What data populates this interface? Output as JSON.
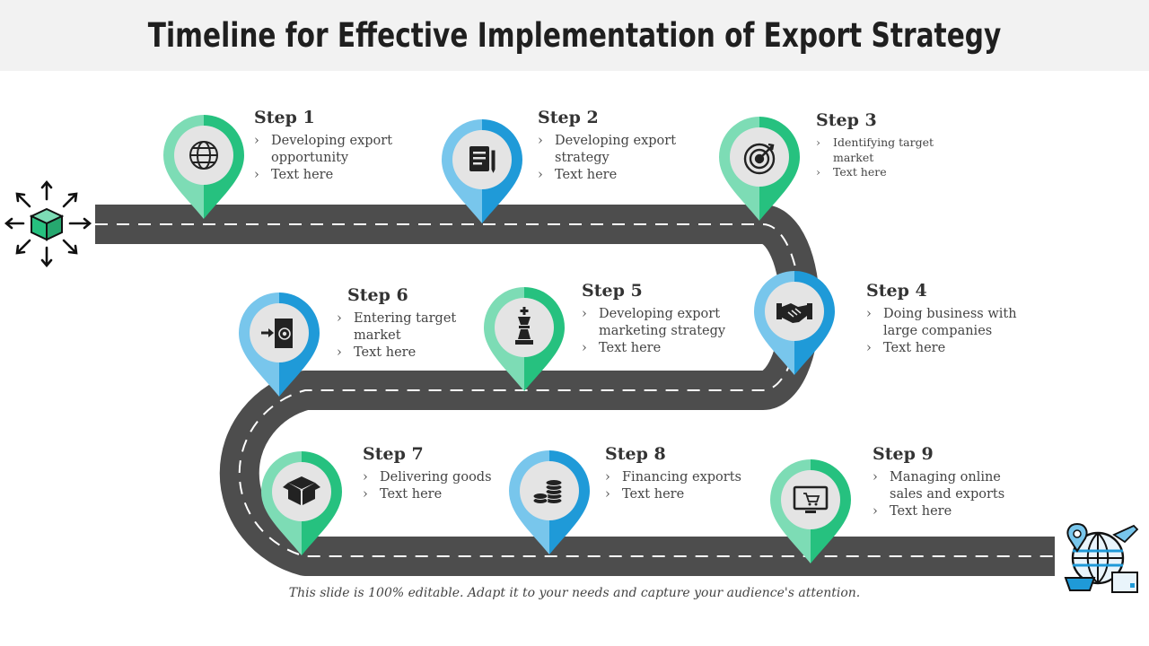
{
  "title": "Timeline for Effective Implementation of Export Strategy",
  "footer": "This slide is 100% editable. Adapt it to your needs and capture your audience's attention.",
  "colors": {
    "road": "#4d4d4d",
    "road_dash": "#ffffff",
    "green_light": "#7ddcb5",
    "green_dark": "#26c17f",
    "blue_light": "#78c6ec",
    "blue_dark": "#1f9ad8",
    "pin_center": "#e4e4e4",
    "icon": "#222222"
  },
  "steps": [
    {
      "title": "Step 1",
      "lines": [
        "Developing export opportunity",
        "Text here"
      ],
      "color": "green",
      "icon": "globe-icon"
    },
    {
      "title": "Step 2",
      "lines": [
        "Developing export strategy",
        "Text here"
      ],
      "color": "blue",
      "icon": "document-pen-icon"
    },
    {
      "title": "Step 3",
      "lines": [
        "Identifying target market",
        "Text here"
      ],
      "color": "green",
      "icon": "target-icon"
    },
    {
      "title": "Step 4",
      "lines": [
        "Doing business with large companies",
        "Text here"
      ],
      "color": "blue",
      "icon": "handshake-icon"
    },
    {
      "title": "Step 5",
      "lines": [
        "Developing export marketing strategy",
        "Text here"
      ],
      "color": "green",
      "icon": "chess-king-icon"
    },
    {
      "title": "Step 6",
      "lines": [
        "Entering target market",
        "Text here"
      ],
      "color": "blue",
      "icon": "enter-target-icon"
    },
    {
      "title": "Step 7",
      "lines": [
        "Delivering goods",
        "Text here"
      ],
      "color": "green",
      "icon": "box-icon"
    },
    {
      "title": "Step 8",
      "lines": [
        "Financing exports",
        "Text here"
      ],
      "color": "blue",
      "icon": "coins-icon"
    },
    {
      "title": "Step 9",
      "lines": [
        "Managing online sales and exports",
        "Text here"
      ],
      "color": "green",
      "icon": "monitor-cart-icon"
    }
  ]
}
